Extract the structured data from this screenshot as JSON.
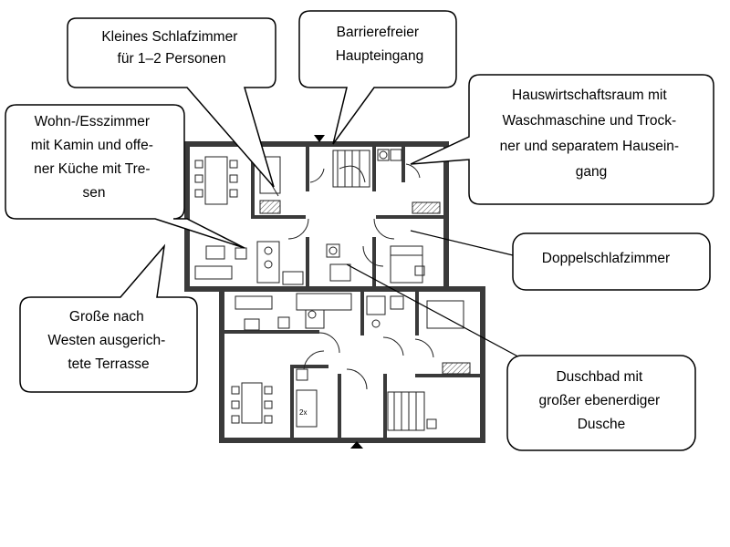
{
  "callouts": {
    "kleines_schlafzimmer": [
      "Kleines Schlafzimmer",
      "für 1–2 Personen"
    ],
    "barrierefreier_eingang": [
      "Barrierefreier",
      "Haupteingang"
    ],
    "hauswirtschaftsraum": [
      "Hauswirtschaftsraum mit",
      "Waschmaschine und Trock-",
      "ner und separatem Hausein-",
      "gang"
    ],
    "wohn_esszimmer": [
      "Wohn-/Esszimmer",
      "mit  Kamin und offe-",
      "ner Küche mit Tre-",
      "sen"
    ],
    "doppelschlafzimmer": [
      "Doppelschlafzimmer"
    ],
    "terrasse": [
      "Große nach",
      "Westen ausgerich-",
      "tete Terrasse"
    ],
    "duschbad": [
      "Duschbad mit",
      "großer ebenerdiger",
      "Dusche"
    ]
  },
  "floorplan": {
    "bed_label": "2x"
  }
}
